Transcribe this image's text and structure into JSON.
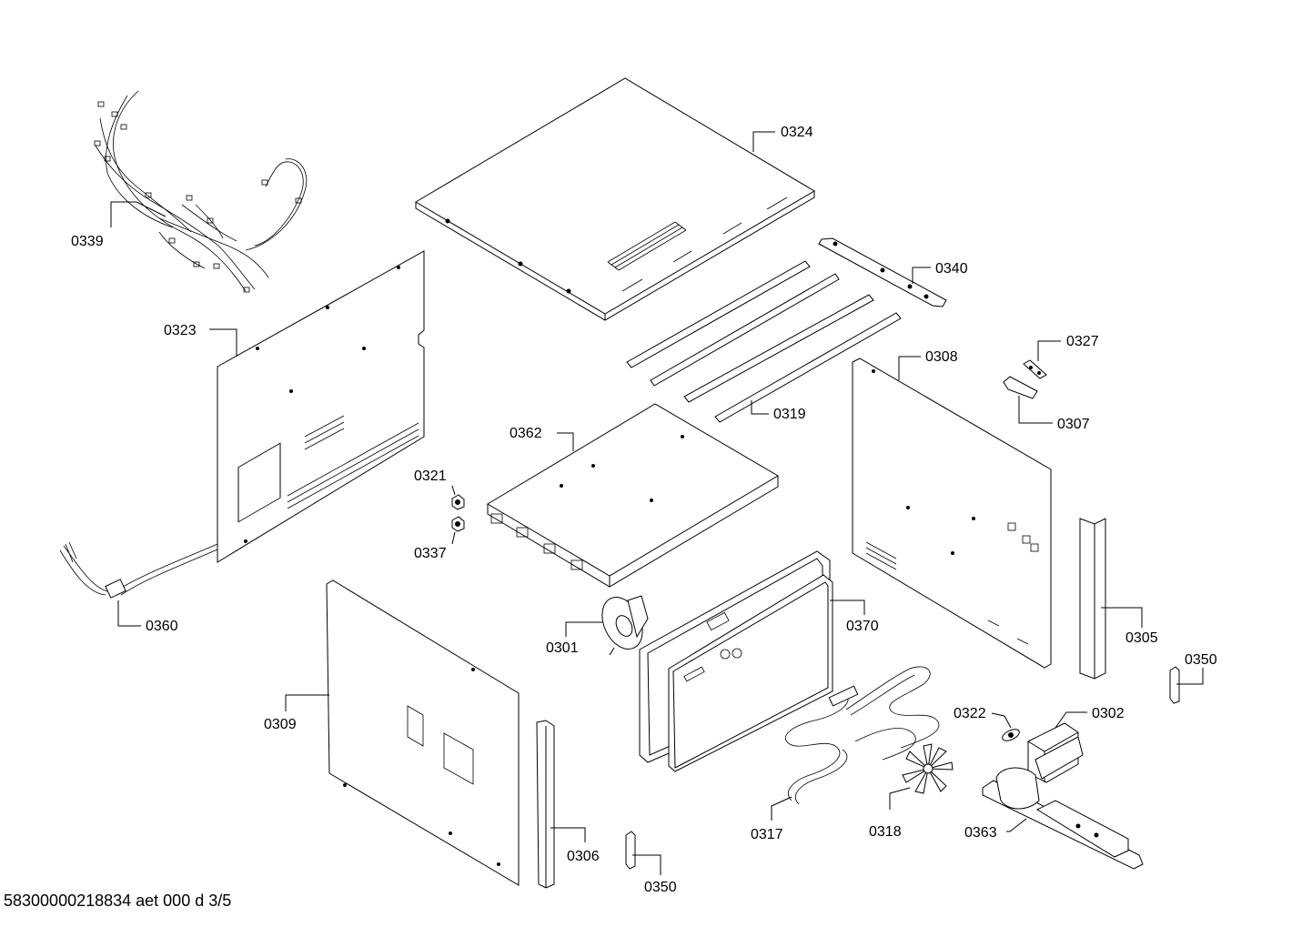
{
  "parts": [
    {
      "id": "wiring-harness",
      "label": "0339"
    },
    {
      "id": "top-cover",
      "label": "0324"
    },
    {
      "id": "back-panel",
      "label": "0323"
    },
    {
      "id": "heater-bracket",
      "label": "0340"
    },
    {
      "id": "small-bracket",
      "label": "0327"
    },
    {
      "id": "small-plate",
      "label": "0307"
    },
    {
      "id": "right-side-panel",
      "label": "0308"
    },
    {
      "id": "heating-rods",
      "label": "0319"
    },
    {
      "id": "fan-housing",
      "label": "0362"
    },
    {
      "id": "clip-upper",
      "label": "0321"
    },
    {
      "id": "clip-lower",
      "label": "0360"
    },
    {
      "id": "power-cord",
      "label": "0337"
    },
    {
      "id": "left-side-panel",
      "label": "0309"
    },
    {
      "id": "fan-motor",
      "label": "0301"
    },
    {
      "id": "door-frame",
      "label": "0370"
    },
    {
      "id": "side-strip-right",
      "label": "0305"
    },
    {
      "id": "clip-right",
      "label": "0350"
    },
    {
      "id": "thermostat",
      "label": "0322"
    },
    {
      "id": "transformer",
      "label": "0302"
    },
    {
      "id": "heating-element",
      "label": "0317"
    },
    {
      "id": "fan-wheel",
      "label": "0318"
    },
    {
      "id": "motor-bracket",
      "label": "0363"
    },
    {
      "id": "side-strip-left",
      "label": "0306"
    },
    {
      "id": "clip-bottom",
      "label": "0350"
    }
  ],
  "footer": "58300000218834 aet 000 d 3/5"
}
